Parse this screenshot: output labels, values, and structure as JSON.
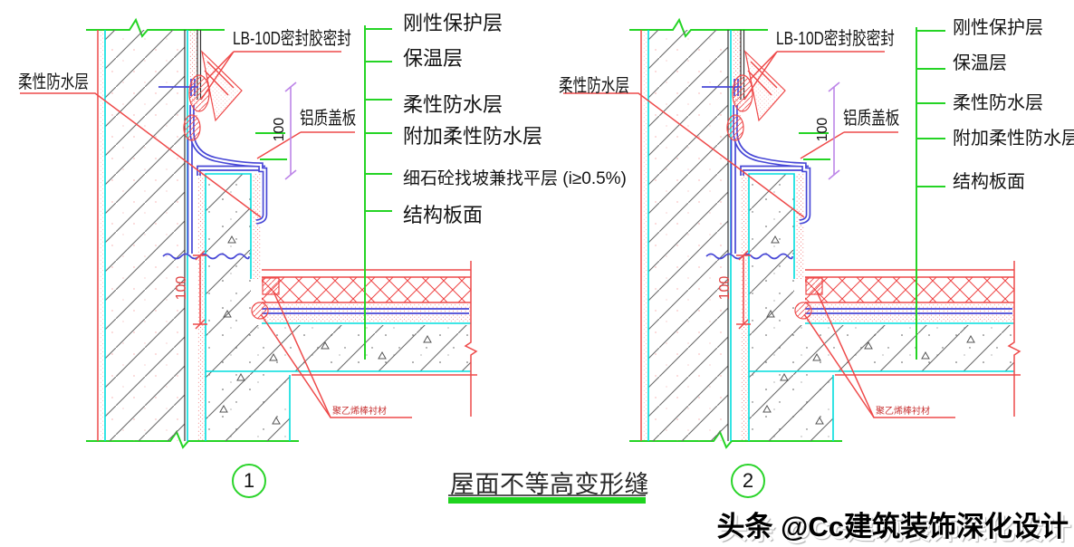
{
  "title": "屋面不等高变形缝",
  "watermark": "头条 @Cc建筑装饰深化设计",
  "detail1": {
    "number": "1",
    "wall_label": "柔性防水层",
    "sealant_label": "LB-10D密封胶密封",
    "cover_plate_label": "铝质盖板",
    "cover_dim": "100",
    "upstand_dim": "100",
    "backer_rod_label": "聚乙烯棒衬材",
    "layers": [
      "刚性保护层",
      "保温层",
      "柔性防水层",
      "附加柔性防水层",
      "细石砼找坡兼找平层 (i≥0.5%)",
      "结构板面"
    ]
  },
  "detail2": {
    "number": "2",
    "wall_label": "柔性防水层",
    "sealant_label": "LB-10D密封胶密封",
    "cover_plate_label": "铝质盖板",
    "cover_dim": "100",
    "upstand_dim": "100",
    "backer_rod_label": "聚乙烯棒衬材",
    "layers": [
      "刚性保护层",
      "保温层",
      "柔性防水层",
      "附加柔性防水层",
      "结构板面"
    ]
  }
}
